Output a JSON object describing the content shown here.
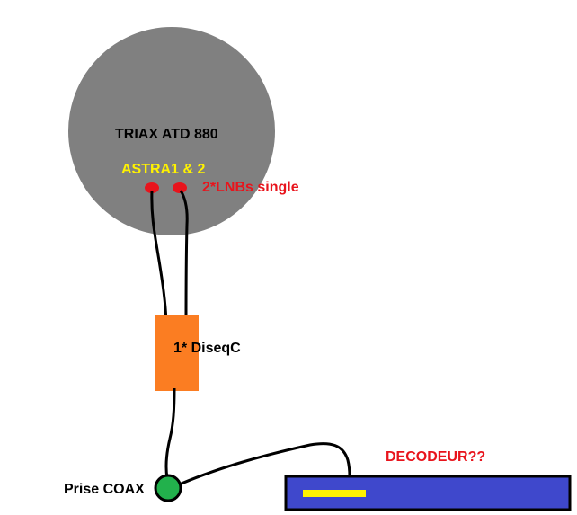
{
  "dish": {
    "label": "TRIAX ATD 880",
    "satellites_label": "ASTRA1 & 2",
    "lnb_label": "2*LNBs single"
  },
  "switch": {
    "label": "1* DiseqC"
  },
  "wall_socket": {
    "label": "Prise COAX"
  },
  "decoder": {
    "label": "DECODEUR??"
  },
  "colors": {
    "dish": "#808080",
    "lnb": "#e8141c",
    "diseqc": "#fb7d22",
    "socket": "#22b14c",
    "decoder": "#3f48cc",
    "decoder_led": "#fff200",
    "cable": "#000000",
    "red_text": "#e8141c",
    "yellow_text": "#fff200"
  }
}
